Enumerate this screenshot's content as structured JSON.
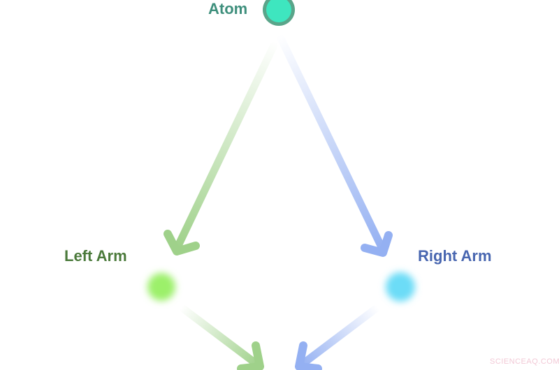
{
  "nodes": {
    "atom": {
      "label": "Atom",
      "color": "#3ad9b4",
      "label_color": "#3e8f7c"
    },
    "left_arm": {
      "label": "Left Arm",
      "color": "#9cf06a",
      "label_color": "#4b7a3b"
    },
    "right_arm": {
      "label": "Right Arm",
      "color": "#6cdcf7",
      "label_color": "#4866b0"
    }
  },
  "arrows": [
    {
      "from": "atom",
      "to": "left_arm",
      "color": "#9fd18a"
    },
    {
      "from": "atom",
      "to": "right_arm",
      "color": "#94b0f2"
    },
    {
      "from": "left_arm",
      "to": "bottom",
      "color": "#9fd18a"
    },
    {
      "from": "right_arm",
      "to": "bottom",
      "color": "#94b0f2"
    }
  ],
  "watermark": "SCIENCEAQ.COM"
}
